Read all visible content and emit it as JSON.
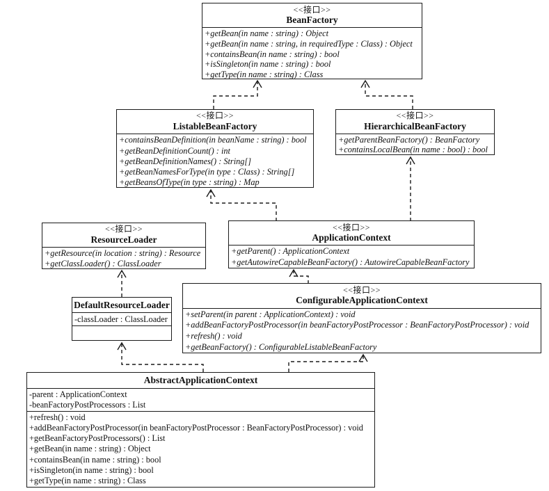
{
  "diagram": {
    "title": "BeanFactory / ApplicationContext UML class diagram",
    "colors": {
      "line": "#1a1a1a",
      "background": "#ffffff",
      "text": "#111111"
    },
    "classes": [
      {
        "id": "BeanFactory",
        "stereotype": "<<接口>>",
        "name": "BeanFactory",
        "attributes": [],
        "methods": [
          "+getBean(in name : string) : Object",
          "+getBean(in name : string, in requiredType : Class) : Object",
          "+containsBean(in name : string) : bool",
          "+isSingleton(in name : string) : bool",
          "+getType(in name : string) : Class"
        ]
      },
      {
        "id": "ListableBeanFactory",
        "stereotype": "<<接口>>",
        "name": "ListableBeanFactory",
        "attributes": [],
        "methods": [
          "+containsBeanDefinition(in beanName : string) : bool",
          "+getBeanDefinitionCount() : int",
          "+getBeanDefinitionNames() : String[]",
          "+getBeanNamesForType(in type : Class) : String[]",
          "+getBeansOfType(in type : string) : Map"
        ]
      },
      {
        "id": "HierarchicalBeanFactory",
        "stereotype": "<<接口>>",
        "name": "HierarchicalBeanFactory",
        "attributes": [],
        "methods": [
          "+getParentBeanFactory() : BeanFactory",
          "+containsLocalBean(in name : bool) : bool"
        ]
      },
      {
        "id": "ResourceLoader",
        "stereotype": "<<接口>>",
        "name": "ResourceLoader",
        "attributes": [],
        "methods": [
          "+getResource(in location : string) : Resource",
          "+getClassLoader() : ClassLoader"
        ]
      },
      {
        "id": "ApplicationContext",
        "stereotype": "<<接口>>",
        "name": "ApplicationContext",
        "attributes": [],
        "methods": [
          "+getParent() : ApplicationContext",
          "+getAutowireCapableBeanFactory() : AutowireCapableBeanFactory"
        ]
      },
      {
        "id": "DefaultResourceLoader",
        "stereotype": null,
        "name": "DefaultResourceLoader",
        "attributes": [
          "-classLoader : ClassLoader"
        ],
        "methods": []
      },
      {
        "id": "ConfigurableApplicationContext",
        "stereotype": "<<接口>>",
        "name": "ConfigurableApplicationContext",
        "attributes": [],
        "methods": [
          "+setParent(in parent : ApplicationContext) : void",
          "+addBeanFactoryPostProcessor(in beanFactoryPostProcessor : BeanFactoryPostProcessor) : void",
          "+refresh() : void",
          "+getBeanFactory() : ConfigurableListableBeanFactory"
        ]
      },
      {
        "id": "AbstractApplicationContext",
        "stereotype": null,
        "name": "AbstractApplicationContext",
        "attributes": [
          "-parent : ApplicationContext",
          "-beanFactoryPostProcessors : List"
        ],
        "methods": [
          "+refresh() : void",
          "+addBeanFactoryPostProcessor(in beanFactoryPostProcessor : BeanFactoryPostProcessor) : void",
          "+getBeanFactoryPostProcessors() : List",
          "+getBean(in name : string) : Object",
          "+containsBean(in name : string) : bool",
          "+isSingleton(in name : string) : bool",
          "+getType(in name : string) : Class"
        ]
      }
    ],
    "relationships": [
      {
        "from": "ListableBeanFactory",
        "to": "BeanFactory",
        "type": "realization"
      },
      {
        "from": "HierarchicalBeanFactory",
        "to": "BeanFactory",
        "type": "realization"
      },
      {
        "from": "ApplicationContext",
        "to": "ListableBeanFactory",
        "type": "realization"
      },
      {
        "from": "ApplicationContext",
        "to": "HierarchicalBeanFactory",
        "type": "realization"
      },
      {
        "from": "DefaultResourceLoader",
        "to": "ResourceLoader",
        "type": "realization"
      },
      {
        "from": "ConfigurableApplicationContext",
        "to": "ApplicationContext",
        "type": "realization"
      },
      {
        "from": "AbstractApplicationContext",
        "to": "DefaultResourceLoader",
        "type": "generalization"
      },
      {
        "from": "AbstractApplicationContext",
        "to": "ConfigurableApplicationContext",
        "type": "realization"
      }
    ]
  }
}
